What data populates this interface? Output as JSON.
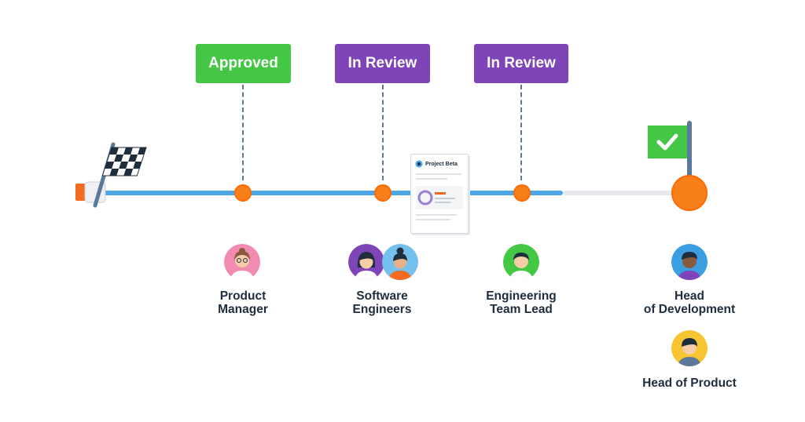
{
  "milestones": [
    {
      "status": "Approved",
      "status_color": "#44c744",
      "role": "Product\nManager"
    },
    {
      "status": "In Review",
      "status_color": "#7f45b8",
      "role": "Software\nEngineers"
    },
    {
      "status": "In Review",
      "status_color": "#7f45b8",
      "role": "Engineering\nTeam Lead"
    }
  ],
  "final": {
    "roles": [
      "Head\nof Development",
      "Head of Product"
    ],
    "check_color": "#44c744"
  },
  "document": {
    "title": "Project Beta"
  },
  "colors": {
    "track_active": "#4ca6e8",
    "track_inactive": "#e6e8eb",
    "node": "#f7801b",
    "connector": "#5b7a99",
    "label": "#1f2d3d"
  },
  "icons": {
    "start": "checkered-flag-icon",
    "end": "check-flag-icon",
    "document": "document-icon"
  }
}
